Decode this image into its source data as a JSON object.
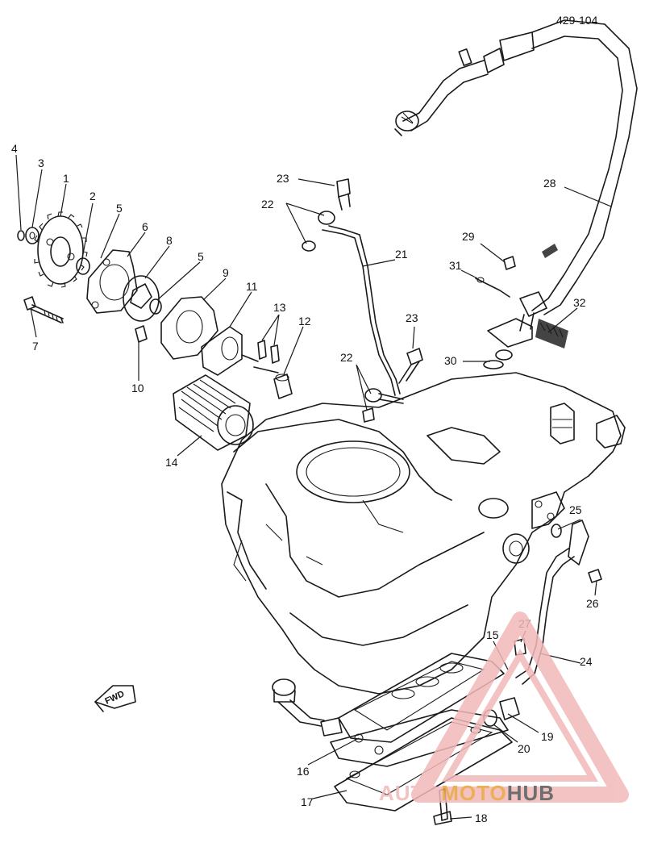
{
  "diagram": {
    "hose_marking": "429-104",
    "fwd_label": "FWD",
    "parts": [
      {
        "num": "1"
      },
      {
        "num": "2"
      },
      {
        "num": "3"
      },
      {
        "num": "4"
      },
      {
        "num": "5"
      },
      {
        "num": "5"
      },
      {
        "num": "6"
      },
      {
        "num": "7"
      },
      {
        "num": "8"
      },
      {
        "num": "9"
      },
      {
        "num": "10"
      },
      {
        "num": "11"
      },
      {
        "num": "12"
      },
      {
        "num": "13"
      },
      {
        "num": "14"
      },
      {
        "num": "15"
      },
      {
        "num": "16"
      },
      {
        "num": "17"
      },
      {
        "num": "18"
      },
      {
        "num": "19"
      },
      {
        "num": "20"
      },
      {
        "num": "21"
      },
      {
        "num": "22"
      },
      {
        "num": "22"
      },
      {
        "num": "23"
      },
      {
        "num": "23"
      },
      {
        "num": "24"
      },
      {
        "num": "25"
      },
      {
        "num": "26"
      },
      {
        "num": "27"
      },
      {
        "num": "28"
      },
      {
        "num": "29"
      },
      {
        "num": "30"
      },
      {
        "num": "31"
      },
      {
        "num": "32"
      }
    ]
  },
  "watermark": {
    "part1": "AUTO",
    "part2": "MOTO",
    "part3": "HUB",
    "color_light": "#f2b8b8",
    "color_accent": "#e8a23a",
    "color_dark": "#555555"
  }
}
